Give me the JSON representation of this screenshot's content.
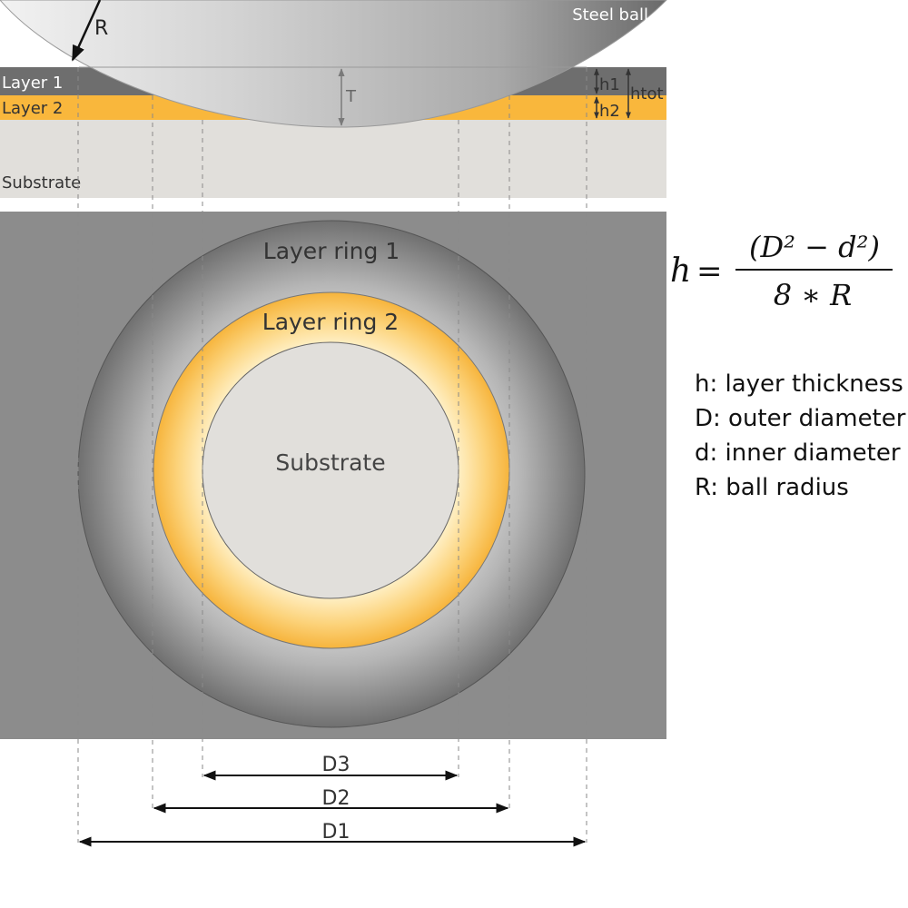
{
  "cross_section": {
    "steel_ball": "Steel ball",
    "radius_label": "R",
    "layer1": "Layer 1",
    "layer2": "Layer 2",
    "substrate": "Substrate",
    "depth_label": "T",
    "h1": "h1",
    "h2": "h2",
    "htot": "htot"
  },
  "top_view": {
    "ring1": "Layer ring 1",
    "ring2": "Layer ring 2",
    "substrate": "Substrate"
  },
  "dimensions": {
    "d3": "D3",
    "d2": "D2",
    "d1": "D1"
  },
  "formula": {
    "lhs": "h",
    "equals": "=",
    "numerator": "(D² − d²)",
    "denominator": "8 ∗ R"
  },
  "legend": [
    {
      "text": "h: layer thickness"
    },
    {
      "text": "D: outer diameter"
    },
    {
      "text": "d: inner diameter"
    },
    {
      "text": "R: ball radius"
    }
  ],
  "colors": {
    "layer1": "#6e6e6e",
    "layer2": "#f9b73c",
    "substrate": "#e1dfdb",
    "background_gray": "#8c8c8c"
  }
}
